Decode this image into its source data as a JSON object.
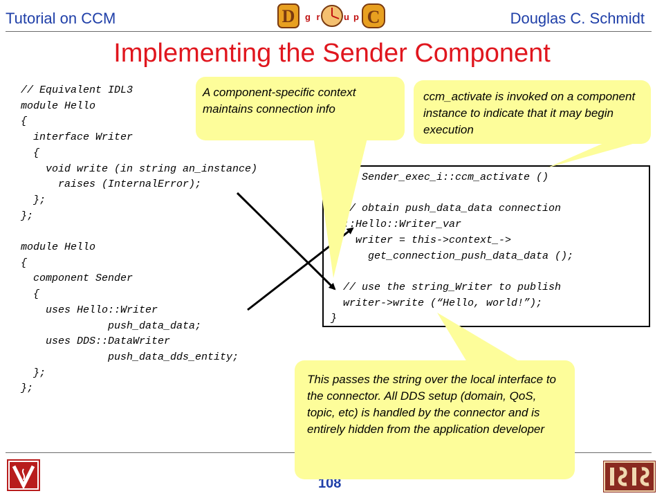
{
  "header": {
    "left": "Tutorial on CCM",
    "right": "Douglas C. Schmidt",
    "logo_letters": [
      "D",
      "g",
      "r",
      "u",
      "p",
      "C"
    ]
  },
  "title": "Implementing the Sender Component",
  "idl_code": "// Equivalent IDL3\nmodule Hello\n{\n  interface Writer\n  {\n    void write (in string an_instance)\n      raises (InternalError);\n  };\n};\n\nmodule Hello\n{\n  component Sender\n  {\n    uses Hello::Writer\n              push_data_data;\n    uses DDS::DataWriter\n              push_data_dds_entity;\n  };\n};",
  "impl_code": "void Sender_exec_i::ccm_activate ()\n{\n  // obtain push_data_data connection\n  ::Hello::Writer_var\n    writer = this->context_->\n      get_connection_push_data_data ();\n\n  // use the string_Writer to publish\n  writer->write (“Hello, world!”);\n}",
  "callouts": {
    "context": "A component-specific context maintains connection info",
    "activate": "ccm_activate is invoked on a component instance to indicate that it may begin execution",
    "passes": "This passes the string over the local interface to the connector.  All DDS setup (domain, QoS, topic, etc) is handled by the connector and is entirely hidden from the application developer"
  },
  "footer": {
    "page_number": "108",
    "left_logo": "vanderbilt-logo",
    "right_logo": "isis-logo"
  },
  "colors": {
    "header_text": "#1f3fa8",
    "title": "#e0161e",
    "callout_fill": "#fdfd9a",
    "logo_red": "#b81d1d"
  }
}
